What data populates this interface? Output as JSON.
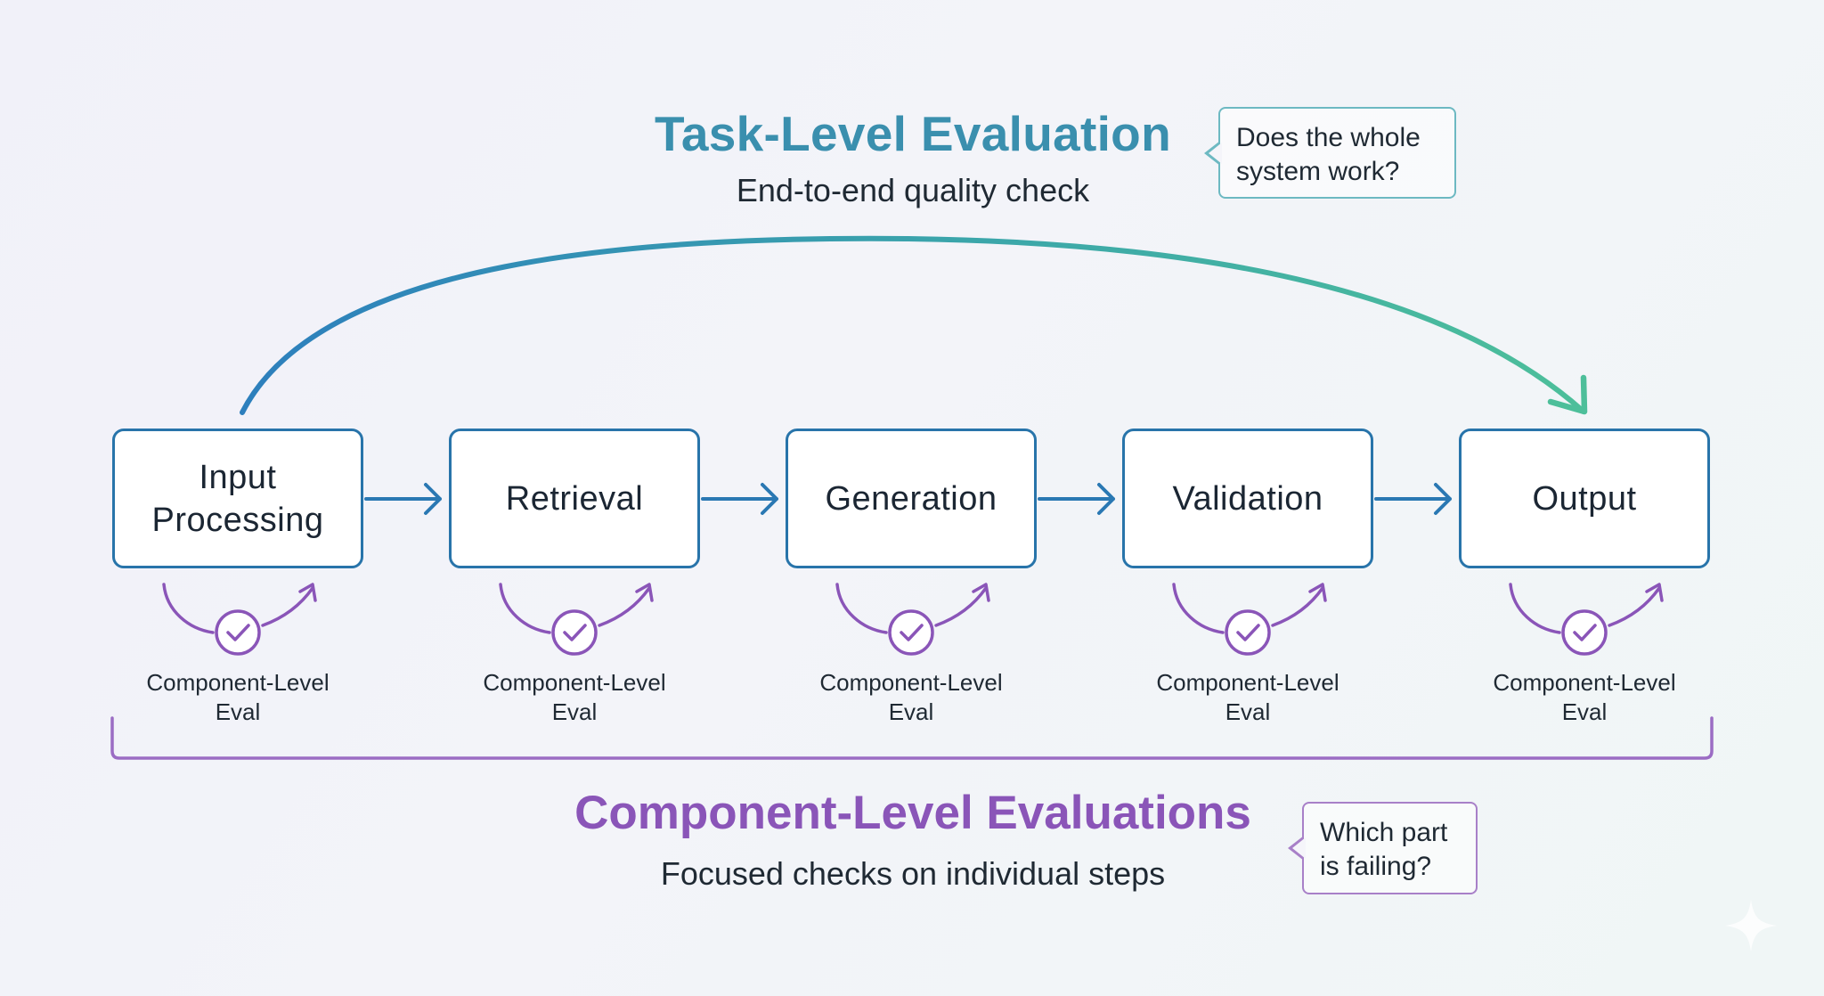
{
  "task_level": {
    "title": "Task-Level Evaluation",
    "subtitle": "End-to-end quality check",
    "callout": "Does the whole\nsystem work?"
  },
  "pipeline": {
    "steps": [
      {
        "label": "Input\nProcessing",
        "eval_label": "Component-Level\nEval"
      },
      {
        "label": "Retrieval",
        "eval_label": "Component-Level\nEval"
      },
      {
        "label": "Generation",
        "eval_label": "Component-Level\nEval"
      },
      {
        "label": "Validation",
        "eval_label": "Component-Level\nEval"
      },
      {
        "label": "Output",
        "eval_label": "Component-Level\nEval"
      }
    ]
  },
  "component_level": {
    "title": "Component-Level Evaluations",
    "subtitle": "Focused checks on individual steps",
    "callout": "Which part\nis failing?"
  },
  "colors": {
    "step_border": "#2874aa",
    "task_gradient_start": "#2d7fbd",
    "task_gradient_end": "#4dbf9a",
    "component_purple": "#8a55b8",
    "task_title": "#3a8fae"
  },
  "icons": [
    "check-circle-icon",
    "curved-arrow-icon",
    "arrow-right-icon",
    "sparkle-icon"
  ]
}
